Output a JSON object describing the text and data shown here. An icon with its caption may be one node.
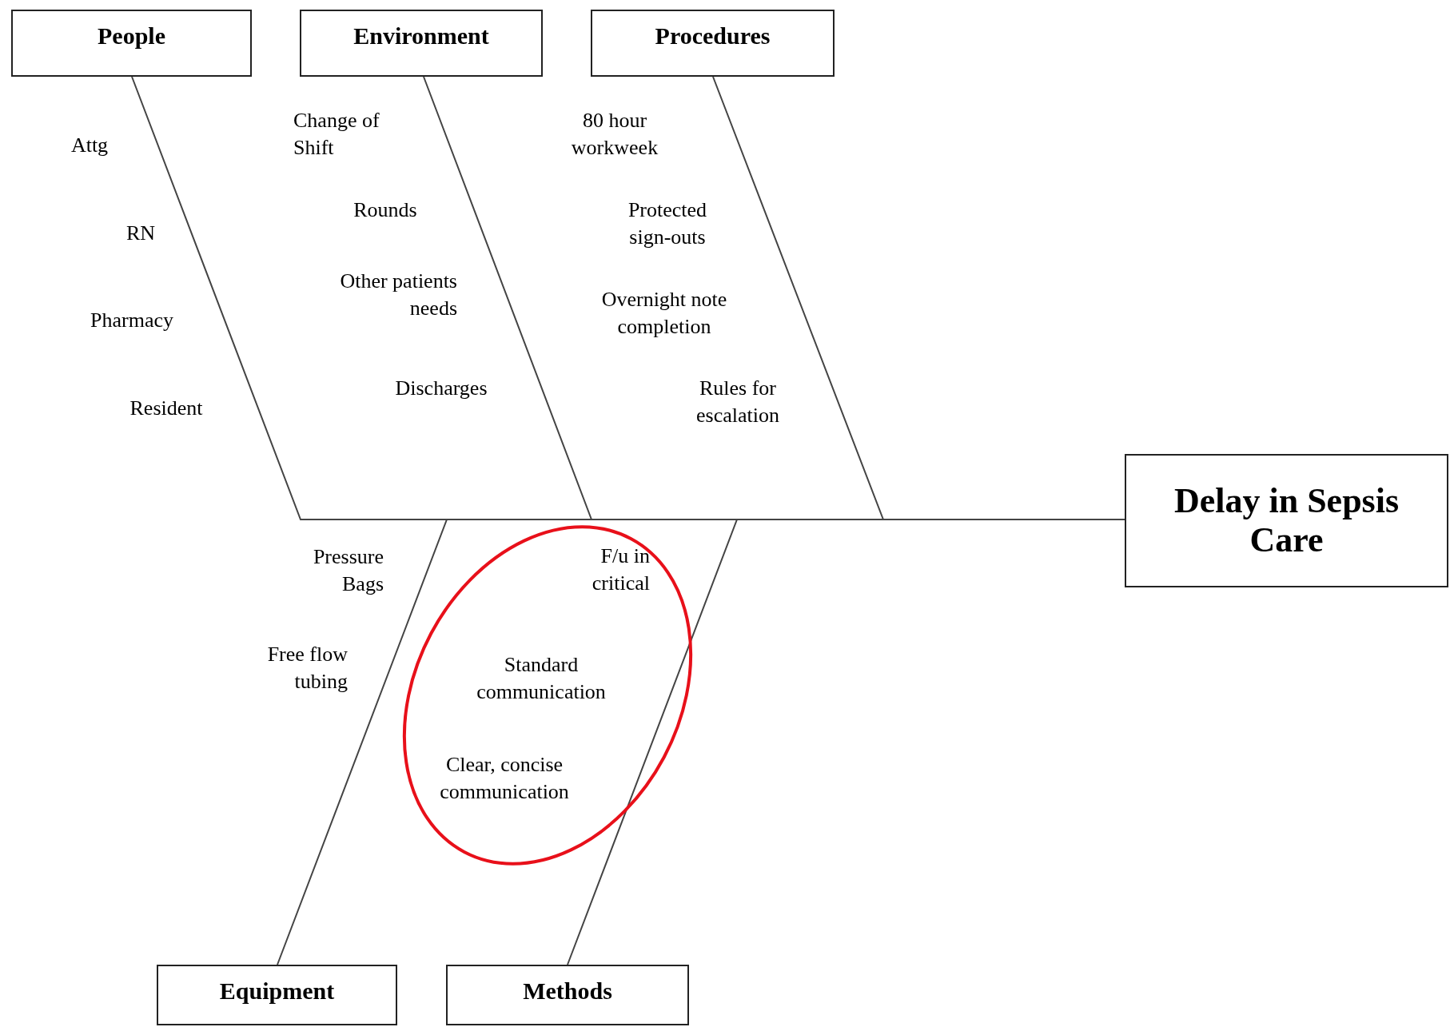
{
  "diagram": {
    "nodes": [
      {
        "text": [
          "People"
        ]
      },
      {
        "text": [
          "Environment"
        ]
      },
      {
        "text": [
          "Procedures"
        ]
      },
      {
        "text": [
          "Delay in Sepsis Care"
        ]
      },
      {
        "text": [
          "Equipment"
        ]
      },
      {
        "text": [
          "Methods"
        ]
      }
    ],
    "edges": [
      {
        "from": 0,
        "to": 3,
        "arrow": "none"
      },
      {
        "from": 1,
        "to": 3,
        "arrow": "none"
      },
      {
        "from": 2,
        "to": 3,
        "arrow": "none"
      },
      {
        "from": 4,
        "to": 3,
        "arrow": "none"
      },
      {
        "from": 5,
        "to": 3,
        "arrow": "none"
      }
    ],
    "labels": [
      "Change of Shift",
      "80 hour workweek",
      "Attg",
      "Rounds",
      "Protected sign-outs",
      "RN",
      "Other patients needs",
      "Overnight note completion",
      "Pharmacy",
      "Discharges",
      "Rules for escalation",
      "Resident",
      "Pressure Bags",
      "F/u in critical",
      "Free flow tubing",
      "Standard communication",
      "Clear, concise communication"
    ]
  }
}
